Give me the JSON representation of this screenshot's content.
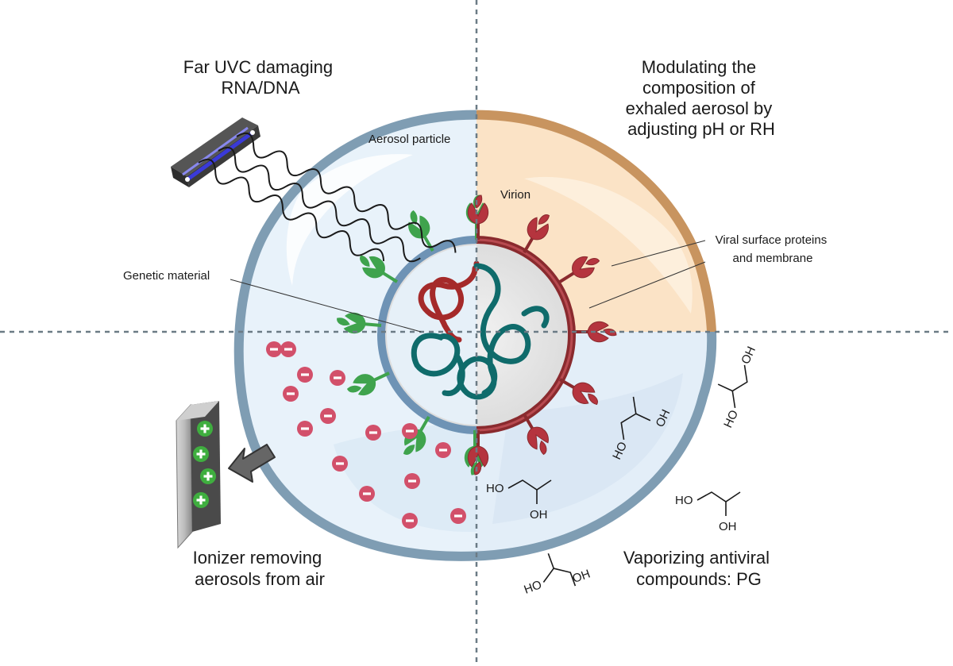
{
  "quadrants": {
    "top_left": [
      "Far UVC damaging",
      "RNA/DNA"
    ],
    "top_right": [
      "Modulating the",
      "composition of",
      "exhaled aerosol by",
      "adjusting pH or RH"
    ],
    "bottom_left": [
      "Ionizer removing",
      "aerosols from air"
    ],
    "bottom_right": [
      "Vaporizing antiviral",
      "compounds: PG"
    ]
  },
  "labels": {
    "aerosol_particle": "Aerosol particle",
    "virion": "Virion",
    "genetic_material": "Genetic material",
    "surface_proteins": [
      "Viral surface proteins",
      "and membrane"
    ]
  },
  "chem": {
    "ho": "HO",
    "oh": "OH"
  },
  "colors": {
    "aerosol_border": "#7f9db3",
    "aerosol_fill": "#e8f2fa",
    "orange_fill": "#fbe3c6",
    "orange_border": "#c8945f",
    "spike_green": "#3fa34d",
    "spike_red": "#b5343e",
    "membrane_blue": "#6e93b5",
    "membrane_red": "#8a2a2e",
    "rna_teal": "#0f6b6b",
    "rna_red": "#a52a2a",
    "ion_negative": "#d2506a",
    "ion_positive": "#3fae3f",
    "uv_blue": "#3a3ad8"
  },
  "icons": [
    "uvc-lamp-icon",
    "ionizer-icon",
    "arrow-left-icon",
    "negative-ion-icon",
    "positive-ion-icon",
    "propylene-glycol-molecule-icon"
  ]
}
